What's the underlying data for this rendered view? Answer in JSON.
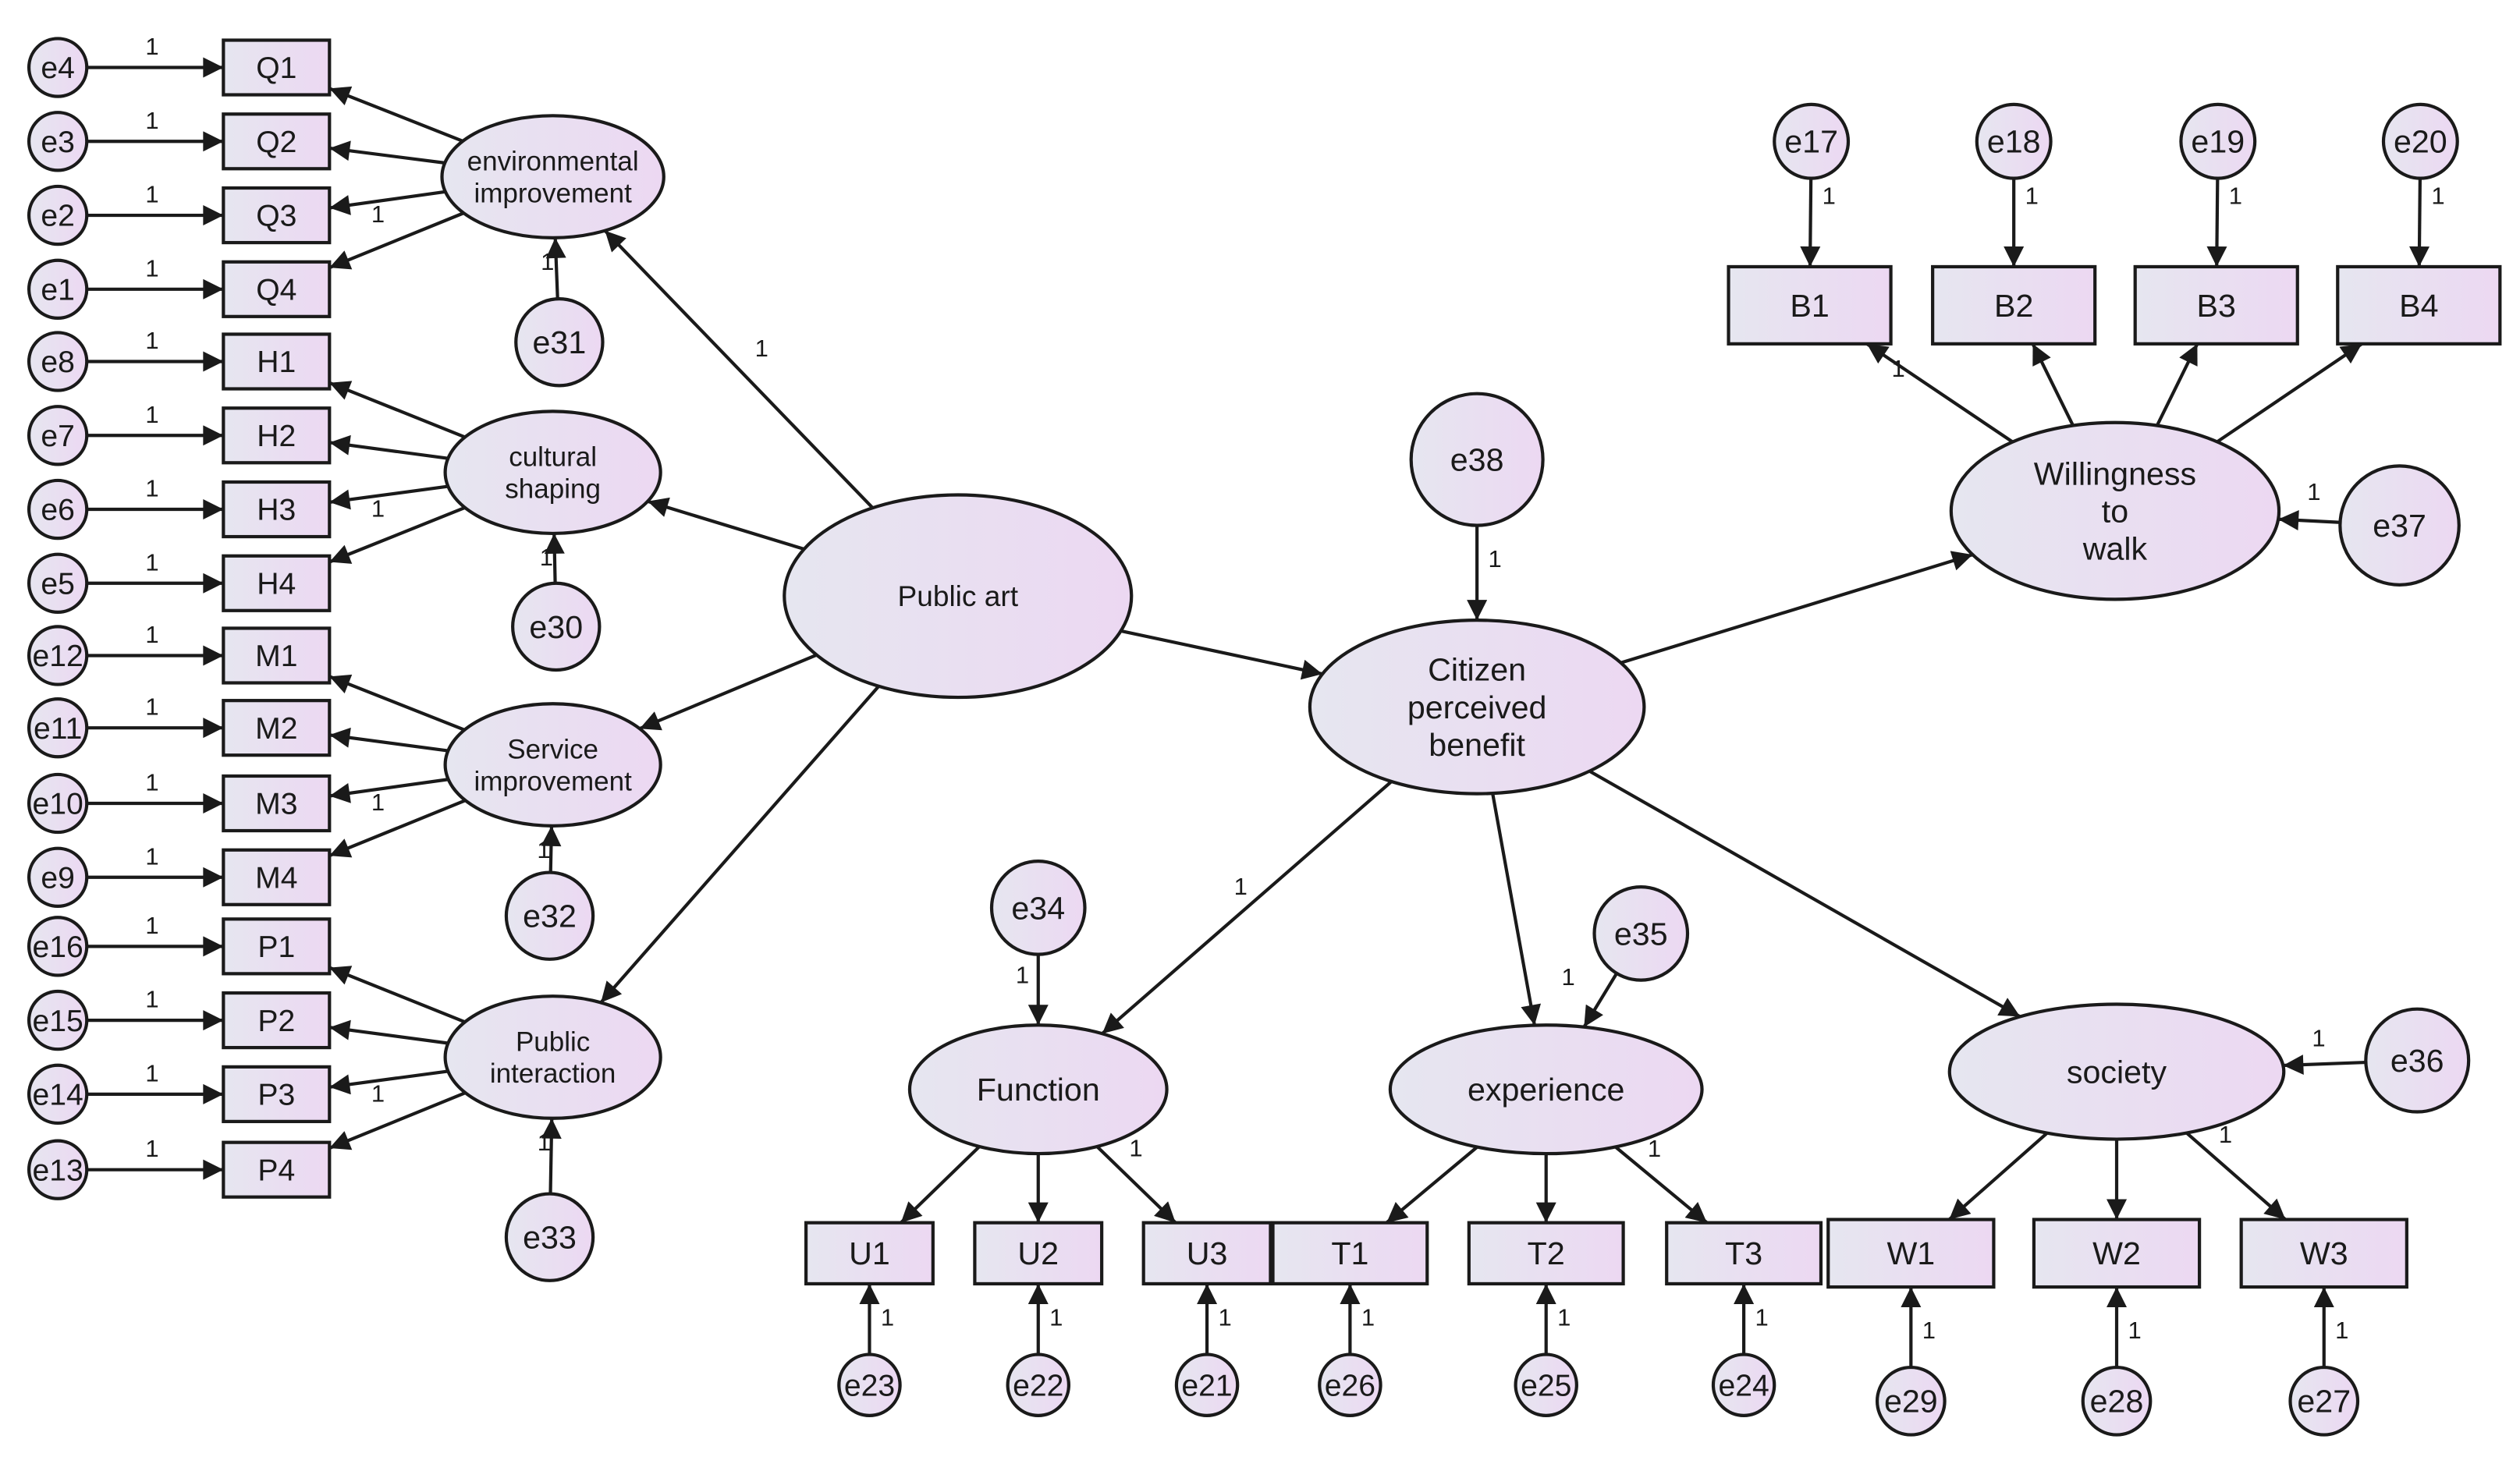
{
  "colors": {
    "stroke": "#1a1a1a",
    "fill_left": "#e6e6f0",
    "fill_right": "#ecd8f2",
    "background": "#ffffff"
  },
  "nodes": {
    "e1": "e1",
    "e2": "e2",
    "e3": "e3",
    "e4": "e4",
    "e5": "e5",
    "e6": "e6",
    "e7": "e7",
    "e8": "e8",
    "e9": "e9",
    "e10": "e10",
    "e11": "e11",
    "e12": "e12",
    "e13": "e13",
    "e14": "e14",
    "e15": "e15",
    "e16": "e16",
    "e17": "e17",
    "e18": "e18",
    "e19": "e19",
    "e20": "e20",
    "e21": "e21",
    "e22": "e22",
    "e23": "e23",
    "e24": "e24",
    "e25": "e25",
    "e26": "e26",
    "e27": "e27",
    "e28": "e28",
    "e29": "e29",
    "e30": "e30",
    "e31": "e31",
    "e32": "e32",
    "e33": "e33",
    "e34": "e34",
    "e35": "e35",
    "e36": "e36",
    "e37": "e37",
    "e38": "e38",
    "Q1": "Q1",
    "Q2": "Q2",
    "Q3": "Q3",
    "Q4": "Q4",
    "H1": "H1",
    "H2": "H2",
    "H3": "H3",
    "H4": "H4",
    "M1": "M1",
    "M2": "M2",
    "M3": "M3",
    "M4": "M4",
    "P1": "P1",
    "P2": "P2",
    "P3": "P3",
    "P4": "P4",
    "B1": "B1",
    "B2": "B2",
    "B3": "B3",
    "B4": "B4",
    "U1": "U1",
    "U2": "U2",
    "U3": "U3",
    "T1": "T1",
    "T2": "T2",
    "T3": "T3",
    "W1": "W1",
    "W2": "W2",
    "W3": "W3",
    "env": [
      "environmental",
      "improvement"
    ],
    "cult": [
      "cultural",
      "shaping"
    ],
    "serv": [
      "Service",
      "improvement"
    ],
    "pint": [
      "Public",
      "interaction"
    ],
    "pubart": [
      "Public art"
    ],
    "cpb": [
      "Citizen",
      "perceived",
      "benefit"
    ],
    "wtw": [
      "Willingness",
      "to",
      "walk"
    ],
    "func": [
      "Function"
    ],
    "exp": [
      "experience"
    ],
    "soc": [
      "society"
    ]
  },
  "path_coefficient": "1"
}
